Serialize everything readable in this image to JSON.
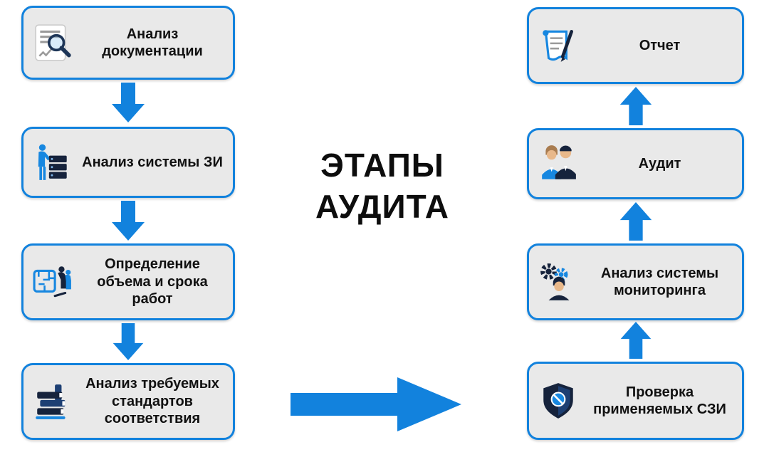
{
  "title": {
    "line1": "ЭТАПЫ",
    "line2": "АУДИТА"
  },
  "colors": {
    "accent_blue": "#1282dd",
    "box_fill": "#e9e9e9",
    "dark_navy": "#16233c",
    "text": "#111111"
  },
  "left_column": {
    "flow": "top-to-bottom",
    "steps": [
      {
        "label": "Анализ документации",
        "icon": "document-search-icon"
      },
      {
        "label": "Анализ системы ЗИ",
        "icon": "person-server-icon"
      },
      {
        "label": "Определение объема и срока работ",
        "icon": "maze-planning-icon"
      },
      {
        "label": "Анализ требуемых стандартов соответствия",
        "icon": "books-stack-icon"
      }
    ]
  },
  "right_column": {
    "flow": "bottom-to-top",
    "steps": [
      {
        "label": "Отчет",
        "icon": "report-scroll-icon"
      },
      {
        "label": "Аудит",
        "icon": "auditors-people-icon"
      },
      {
        "label": "Анализ системы мониторинга",
        "icon": "gears-person-icon"
      },
      {
        "label": "Проверка применяемых СЗИ",
        "icon": "shield-check-icon"
      }
    ]
  }
}
